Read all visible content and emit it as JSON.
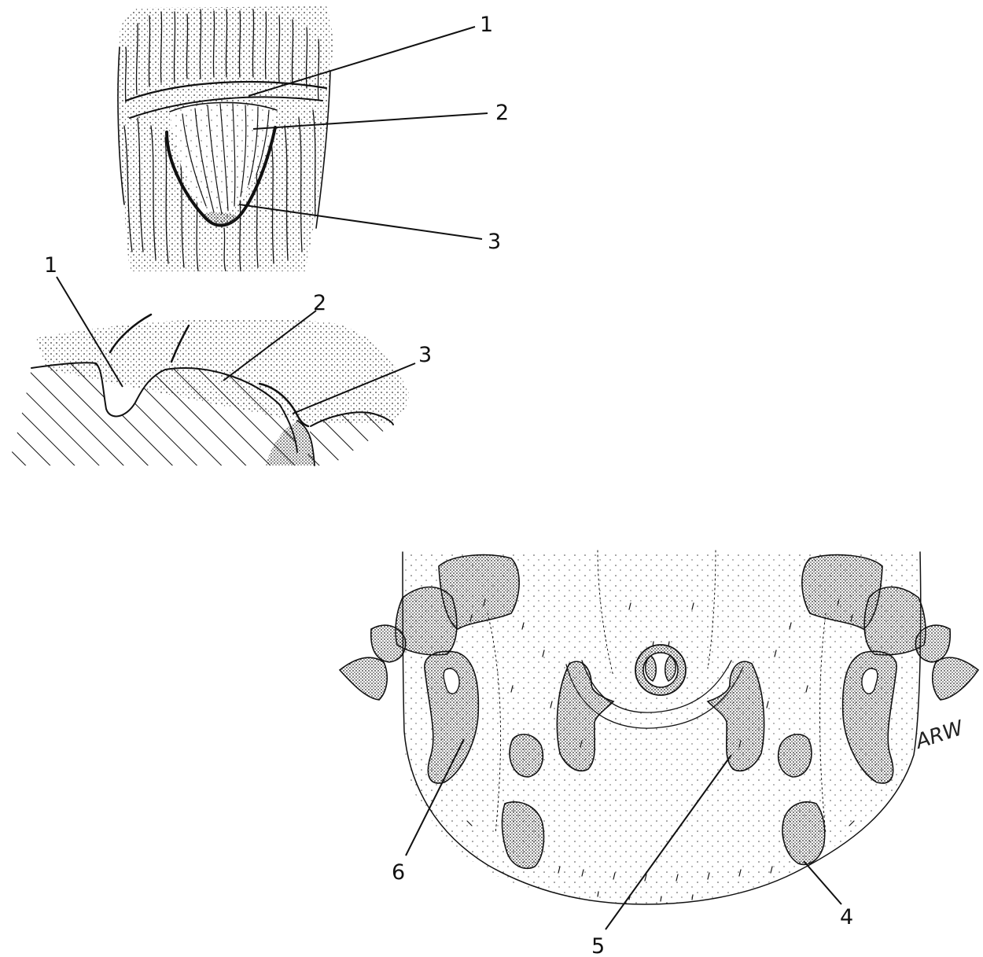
{
  "figure": {
    "panel_a": {
      "labels": [
        "1",
        "2",
        "3"
      ]
    },
    "panel_b": {
      "labels": [
        "1",
        "2",
        "3"
      ]
    },
    "panel_c": {
      "labels": [
        "4",
        "5",
        "6"
      ],
      "signature": "ARW"
    }
  }
}
